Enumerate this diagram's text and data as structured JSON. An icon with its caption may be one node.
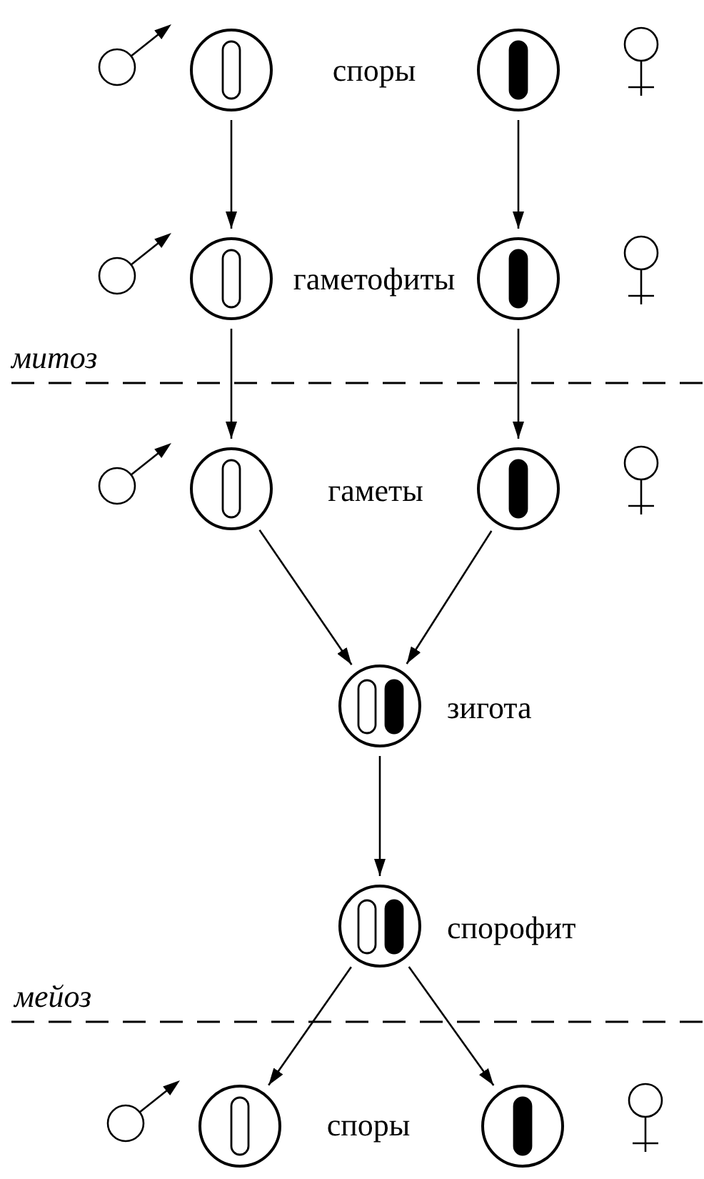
{
  "diagram": {
    "nodes": [
      {
        "text": [],
        "shape": "circle"
      },
      {
        "text": [],
        "shape": "circle"
      },
      {
        "text": [],
        "shape": "circle"
      },
      {
        "text": [],
        "shape": "circle"
      },
      {
        "text": [],
        "shape": "circle"
      },
      {
        "text": [],
        "shape": "circle"
      },
      {
        "text": [],
        "shape": "circle",
        "beside": [
          "зигота"
        ]
      },
      {
        "text": [],
        "shape": "circle",
        "beside": [
          "спорофит"
        ]
      },
      {
        "text": [],
        "shape": "circle"
      },
      {
        "text": [],
        "shape": "circle"
      }
    ],
    "edges": [
      {
        "from": 0,
        "to": 2,
        "arrow": "to"
      },
      {
        "from": 1,
        "to": 3,
        "arrow": "to"
      },
      {
        "from": 2,
        "to": 4,
        "arrow": "to"
      },
      {
        "from": 3,
        "to": 5,
        "arrow": "to"
      },
      {
        "from": 4,
        "to": 6,
        "arrow": "to"
      },
      {
        "from": 5,
        "to": 6,
        "arrow": "to"
      },
      {
        "from": 6,
        "to": 7,
        "arrow": "to"
      },
      {
        "from": 7,
        "to": 8,
        "arrow": "to"
      },
      {
        "from": 7,
        "to": 9,
        "arrow": "to"
      }
    ],
    "labels": [
      "споры",
      "гаметофиты",
      "митоз",
      "гаметы",
      "мейоз",
      "споры"
    ]
  }
}
